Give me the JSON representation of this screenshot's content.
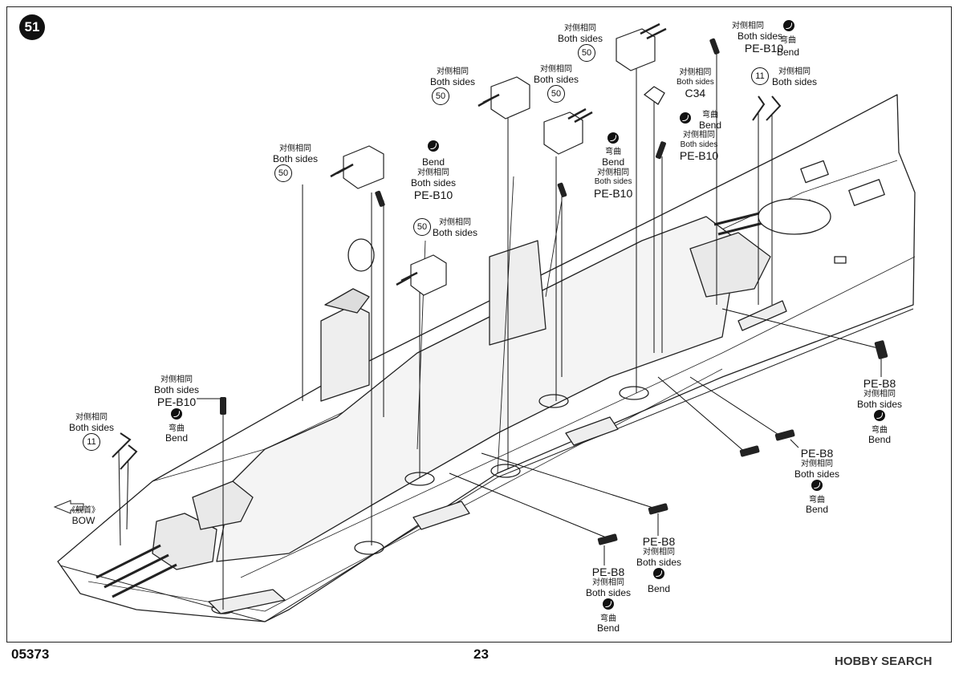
{
  "step_number": "51",
  "page_code": "05373",
  "page_number": "23",
  "watermark": "HOBBY SEARCH",
  "bow": {
    "cn": "《舰首》",
    "en": "BOW"
  },
  "labels": {
    "both_cn": "对侧相同",
    "both_en": "Both sides",
    "bend_cn": "弯曲",
    "bend_en": "Bend",
    "part_50": "50",
    "part_11": "11",
    "part_peb10": "PE-B10",
    "part_peb8": "PE-B8",
    "part_c34": "C34"
  }
}
